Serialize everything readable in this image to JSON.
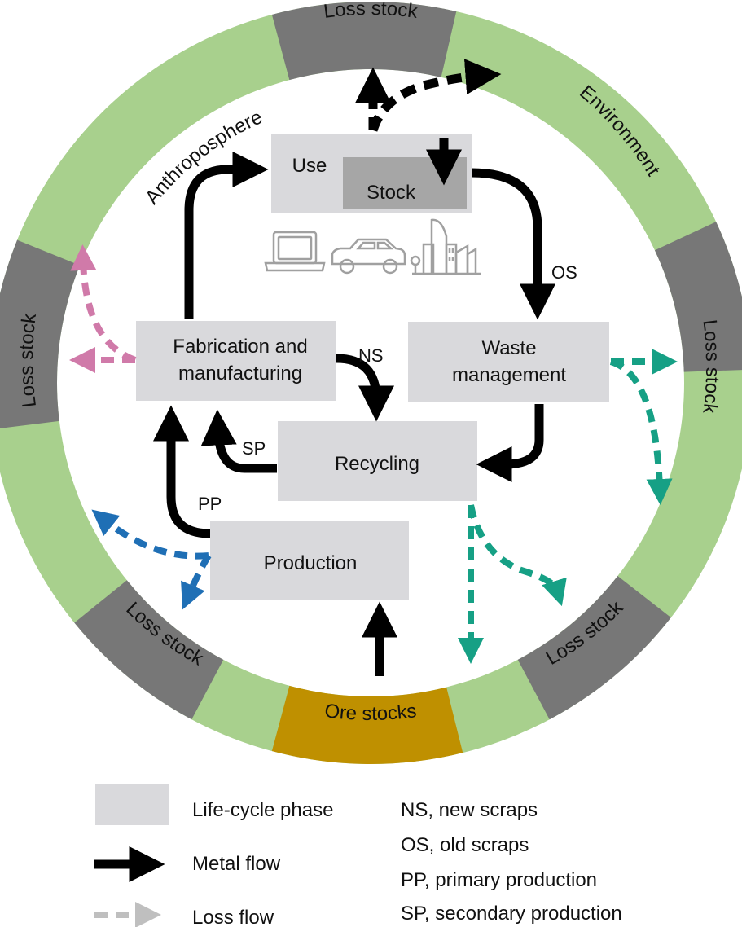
{
  "colors": {
    "environment": "#a8d08d",
    "loss_stock": "#777777",
    "ore_stock": "#bf9000",
    "phase_box": "#d9d9dc",
    "stock_box": "#a6a6a6",
    "metal_flow": "#000000",
    "loss_flow_pink": "#d07aa9",
    "loss_flow_green": "#16a085",
    "loss_flow_blue": "#1f6fb5",
    "loss_flow_legend": "#bfbfbf",
    "icons": "#a0a0a0"
  },
  "ring": {
    "environment_label": "Environment",
    "anthroposphere_label": "Anthroposphere",
    "ore_stocks_label": "Ore stocks",
    "loss_stock_label": "Loss stock"
  },
  "phases": {
    "use": "Use",
    "stock": "Stock",
    "fabrication_line1": "Fabrication and",
    "fabrication_line2": "manufacturing",
    "waste_line1": "Waste",
    "waste_line2": "management",
    "recycling": "Recycling",
    "production": "Production"
  },
  "flows": {
    "ns": "NS",
    "os": "OS",
    "sp": "SP",
    "pp": "PP"
  },
  "icons": [
    "laptop-icon",
    "car-icon",
    "buildings-icon"
  ],
  "legend": {
    "phase": "Life-cycle phase",
    "metal_flow": "Metal flow",
    "loss_flow": "Loss flow",
    "abbreviations": [
      "NS, new scraps",
      "OS, old scraps",
      "PP, primary production",
      "SP, secondary production"
    ]
  }
}
